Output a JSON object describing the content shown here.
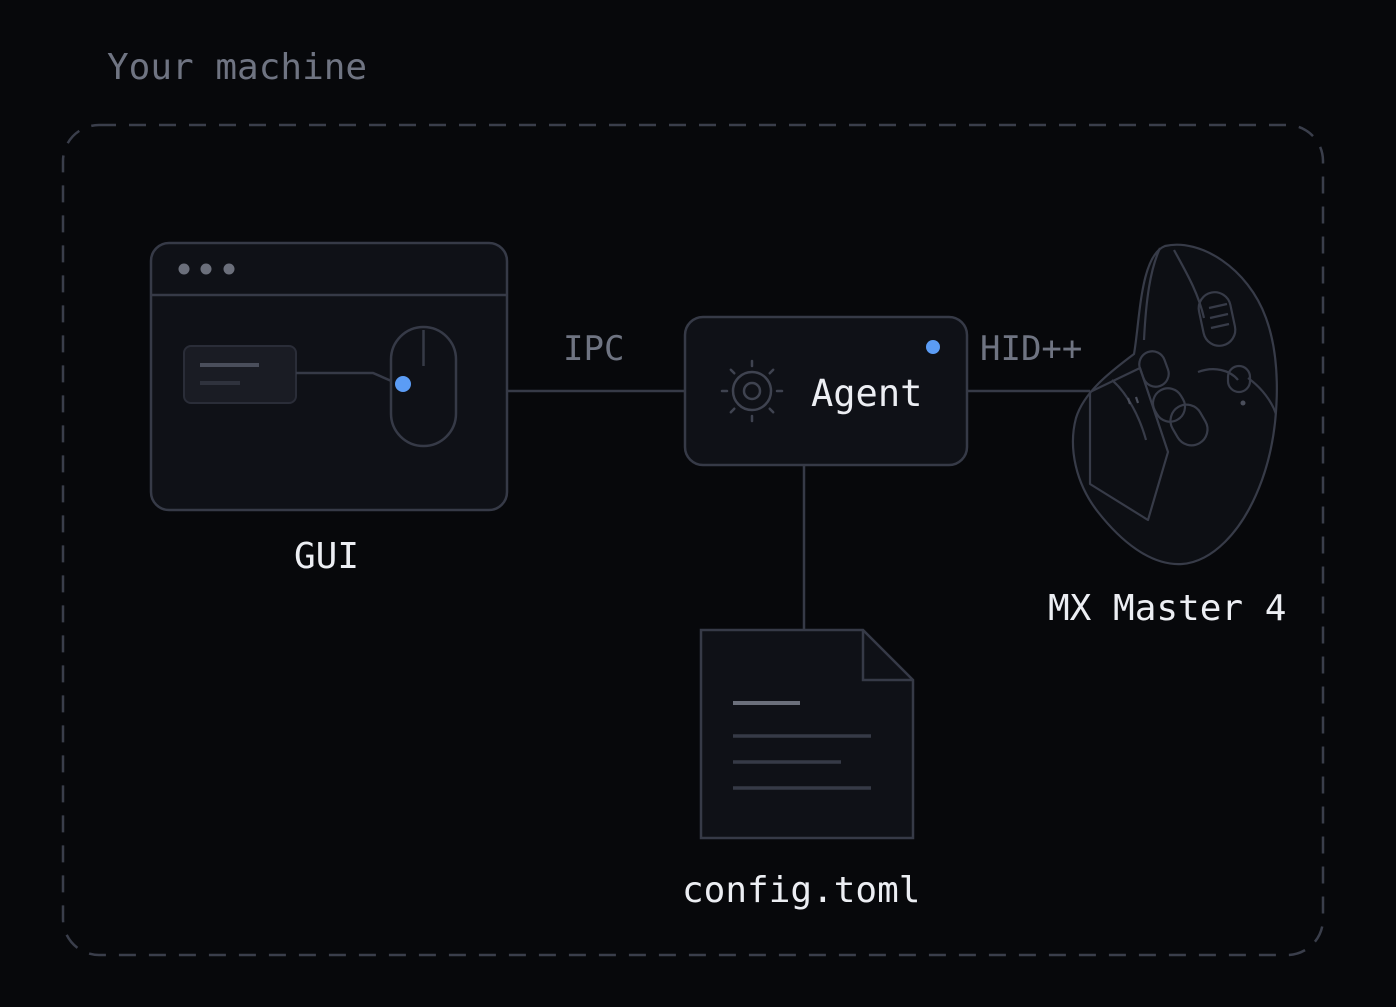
{
  "boundary": {
    "label": "Your machine"
  },
  "nodes": {
    "gui": {
      "label": "GUI"
    },
    "agent": {
      "label": "Agent"
    },
    "device": {
      "label": "MX Master 4"
    },
    "config": {
      "label": "config.toml"
    }
  },
  "edges": {
    "gui_agent": {
      "label": "IPC"
    },
    "agent_device": {
      "label": "HID++"
    }
  },
  "colors": {
    "background": "#07080b",
    "panel": "#0f1117",
    "stroke": "#363a47",
    "muted_text": "#6f7482",
    "text": "#eceef3",
    "accent": "#5b9cf5"
  }
}
